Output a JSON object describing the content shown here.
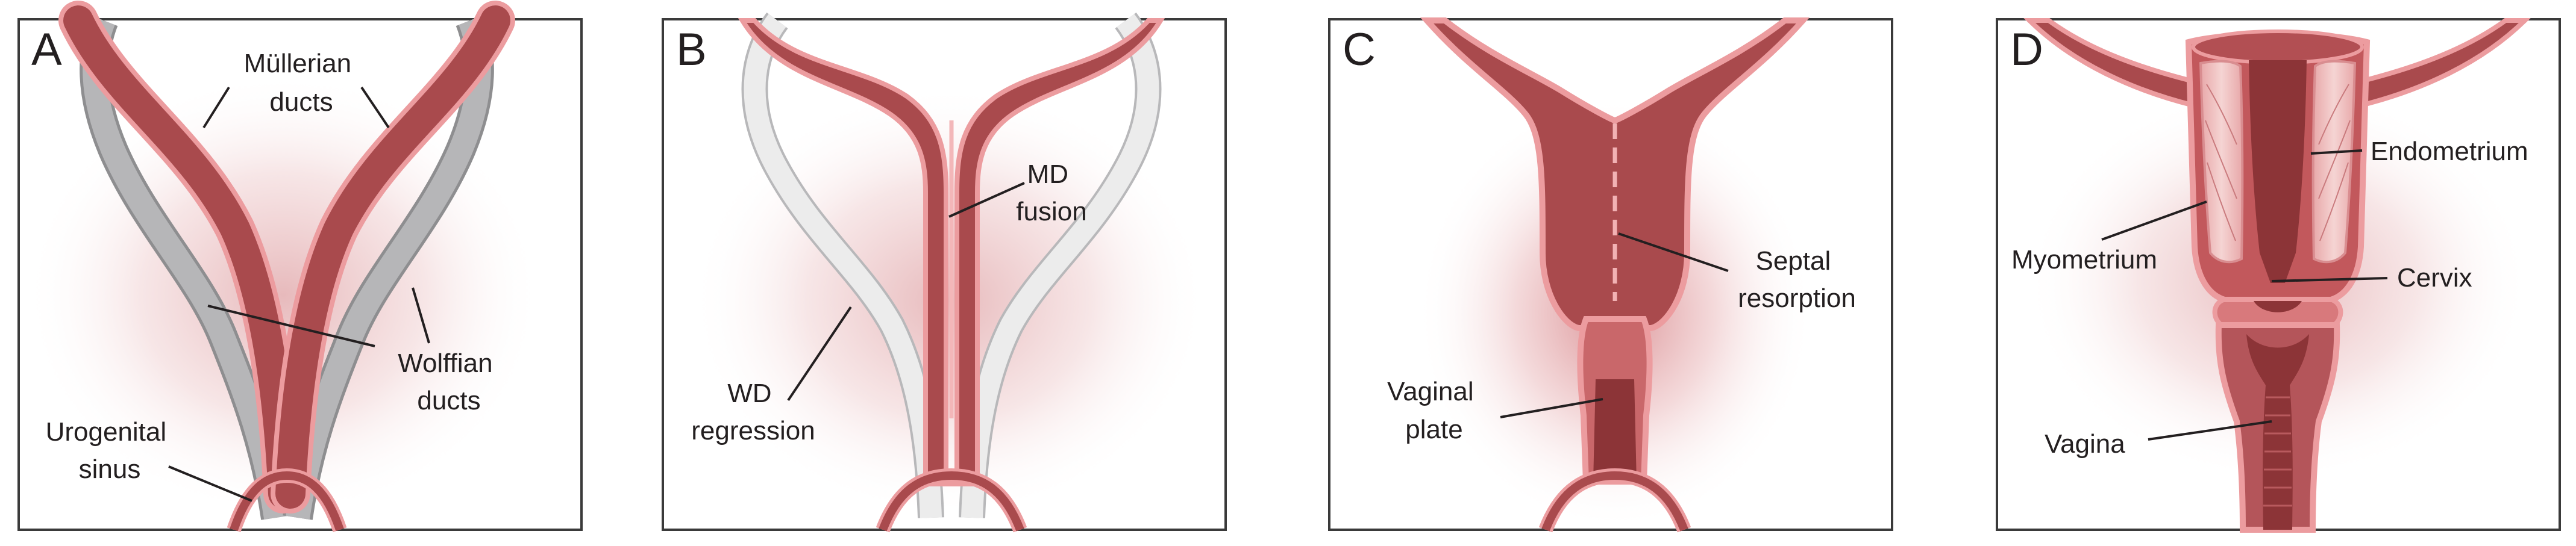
{
  "figure": {
    "panels": [
      {
        "letter": "A",
        "labels": {
          "mullerian": [
            "Müllerian",
            "ducts"
          ],
          "wolffian": [
            "Wolffian",
            "ducts"
          ],
          "urogenital": [
            "Urogenital",
            "sinus"
          ]
        }
      },
      {
        "letter": "B",
        "labels": {
          "md_fusion": [
            "MD",
            "fusion"
          ],
          "wd_regression": [
            "WD",
            "regression"
          ]
        }
      },
      {
        "letter": "C",
        "labels": {
          "septal": [
            "Septal",
            "resorption"
          ],
          "vaginal_plate": [
            "Vaginal",
            "plate"
          ]
        }
      },
      {
        "letter": "D",
        "labels": {
          "endometrium": [
            "Endometrium"
          ],
          "myometrium": [
            "Myometrium"
          ],
          "cervix": [
            "Cervix"
          ],
          "vagina": [
            "Vagina"
          ]
        }
      }
    ],
    "colors": {
      "duct_fill": "#a94a4d",
      "duct_outline": "#ec9c9f",
      "wolffian_fill": "#b6b6b8",
      "wolffian_pale": "#e6e6e6",
      "glow": "#c65a5f",
      "lumen": "#8c3437",
      "myometrium_fill": "#f2c6c5"
    }
  }
}
